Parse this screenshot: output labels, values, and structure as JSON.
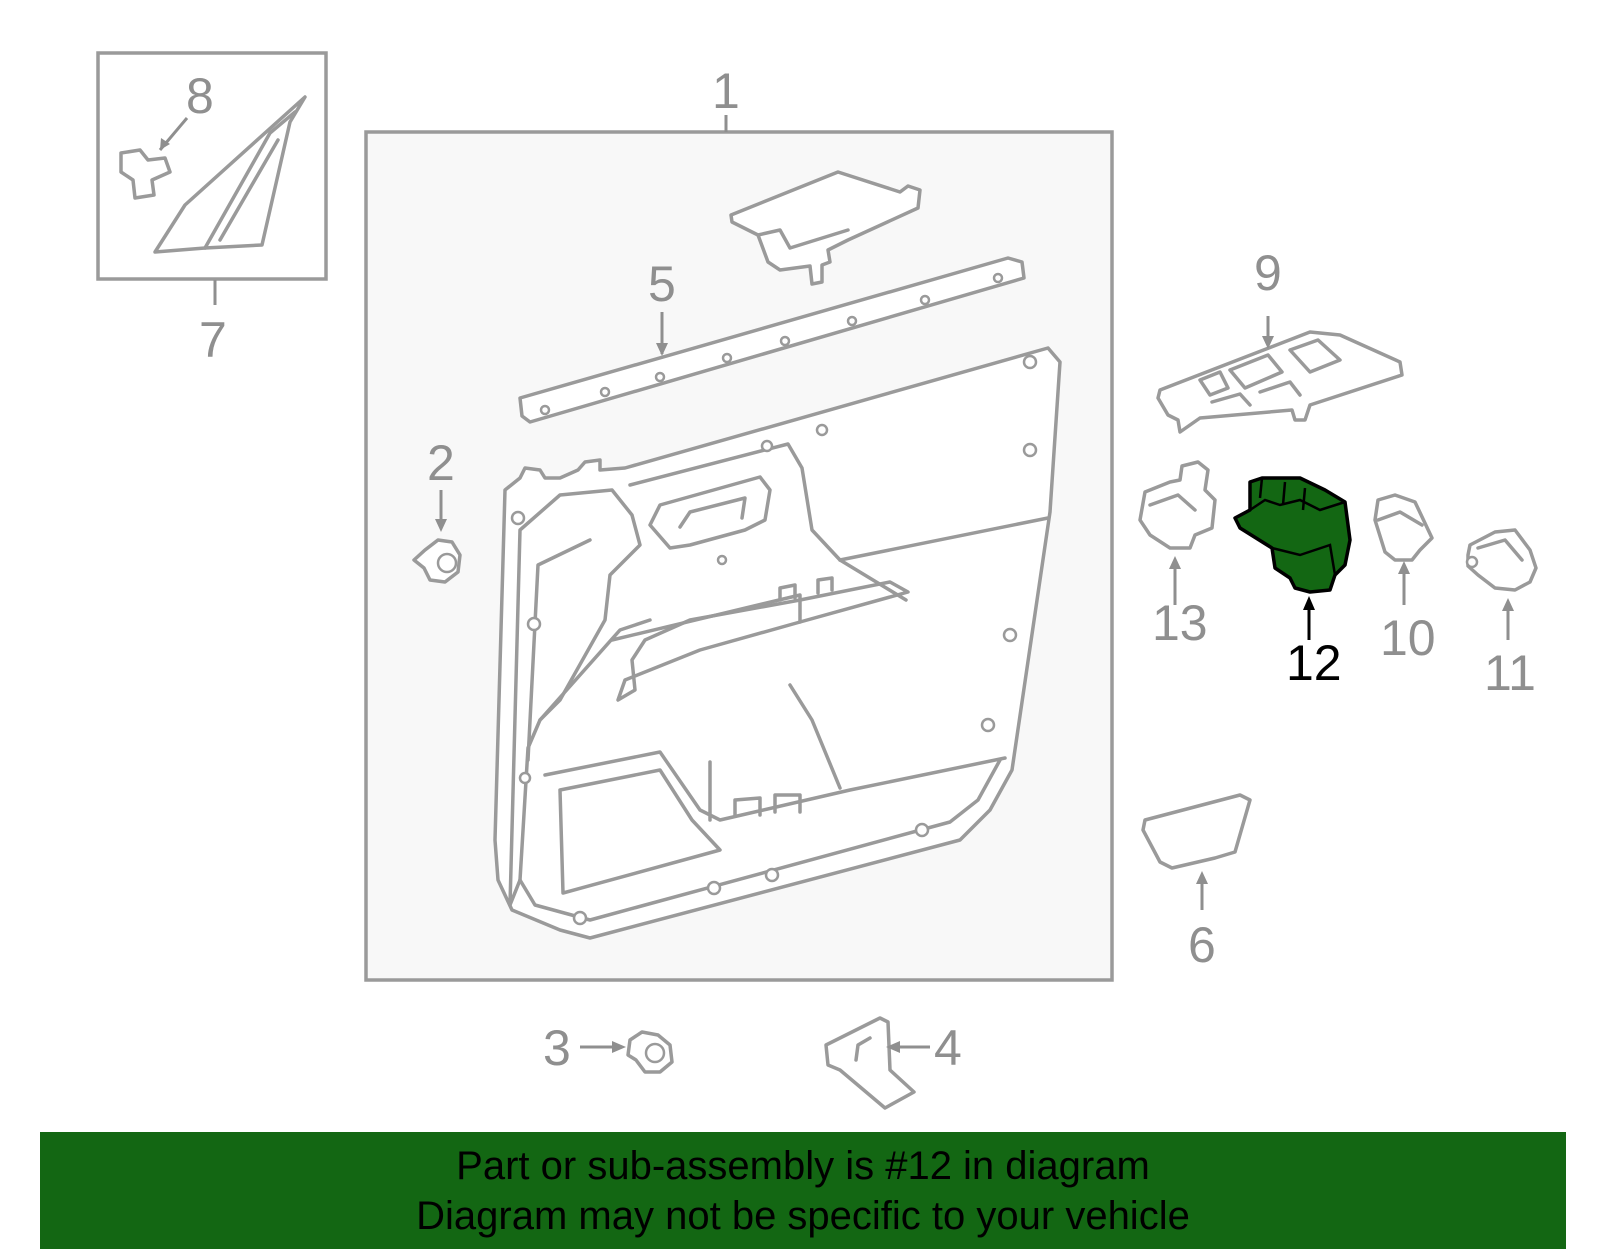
{
  "diagram": {
    "highlight_color": "#136713",
    "highlighted_part": "12",
    "callouts": {
      "c1": "1",
      "c2": "2",
      "c3": "3",
      "c4": "4",
      "c5": "5",
      "c6": "6",
      "c7": "7",
      "c8": "8",
      "c9": "9",
      "c10": "10",
      "c11": "11",
      "c12": "12",
      "c13": "13"
    }
  },
  "banner": {
    "line1": "Part or sub-assembly is #12 in diagram",
    "line2": "Diagram may not be specific to your vehicle"
  }
}
